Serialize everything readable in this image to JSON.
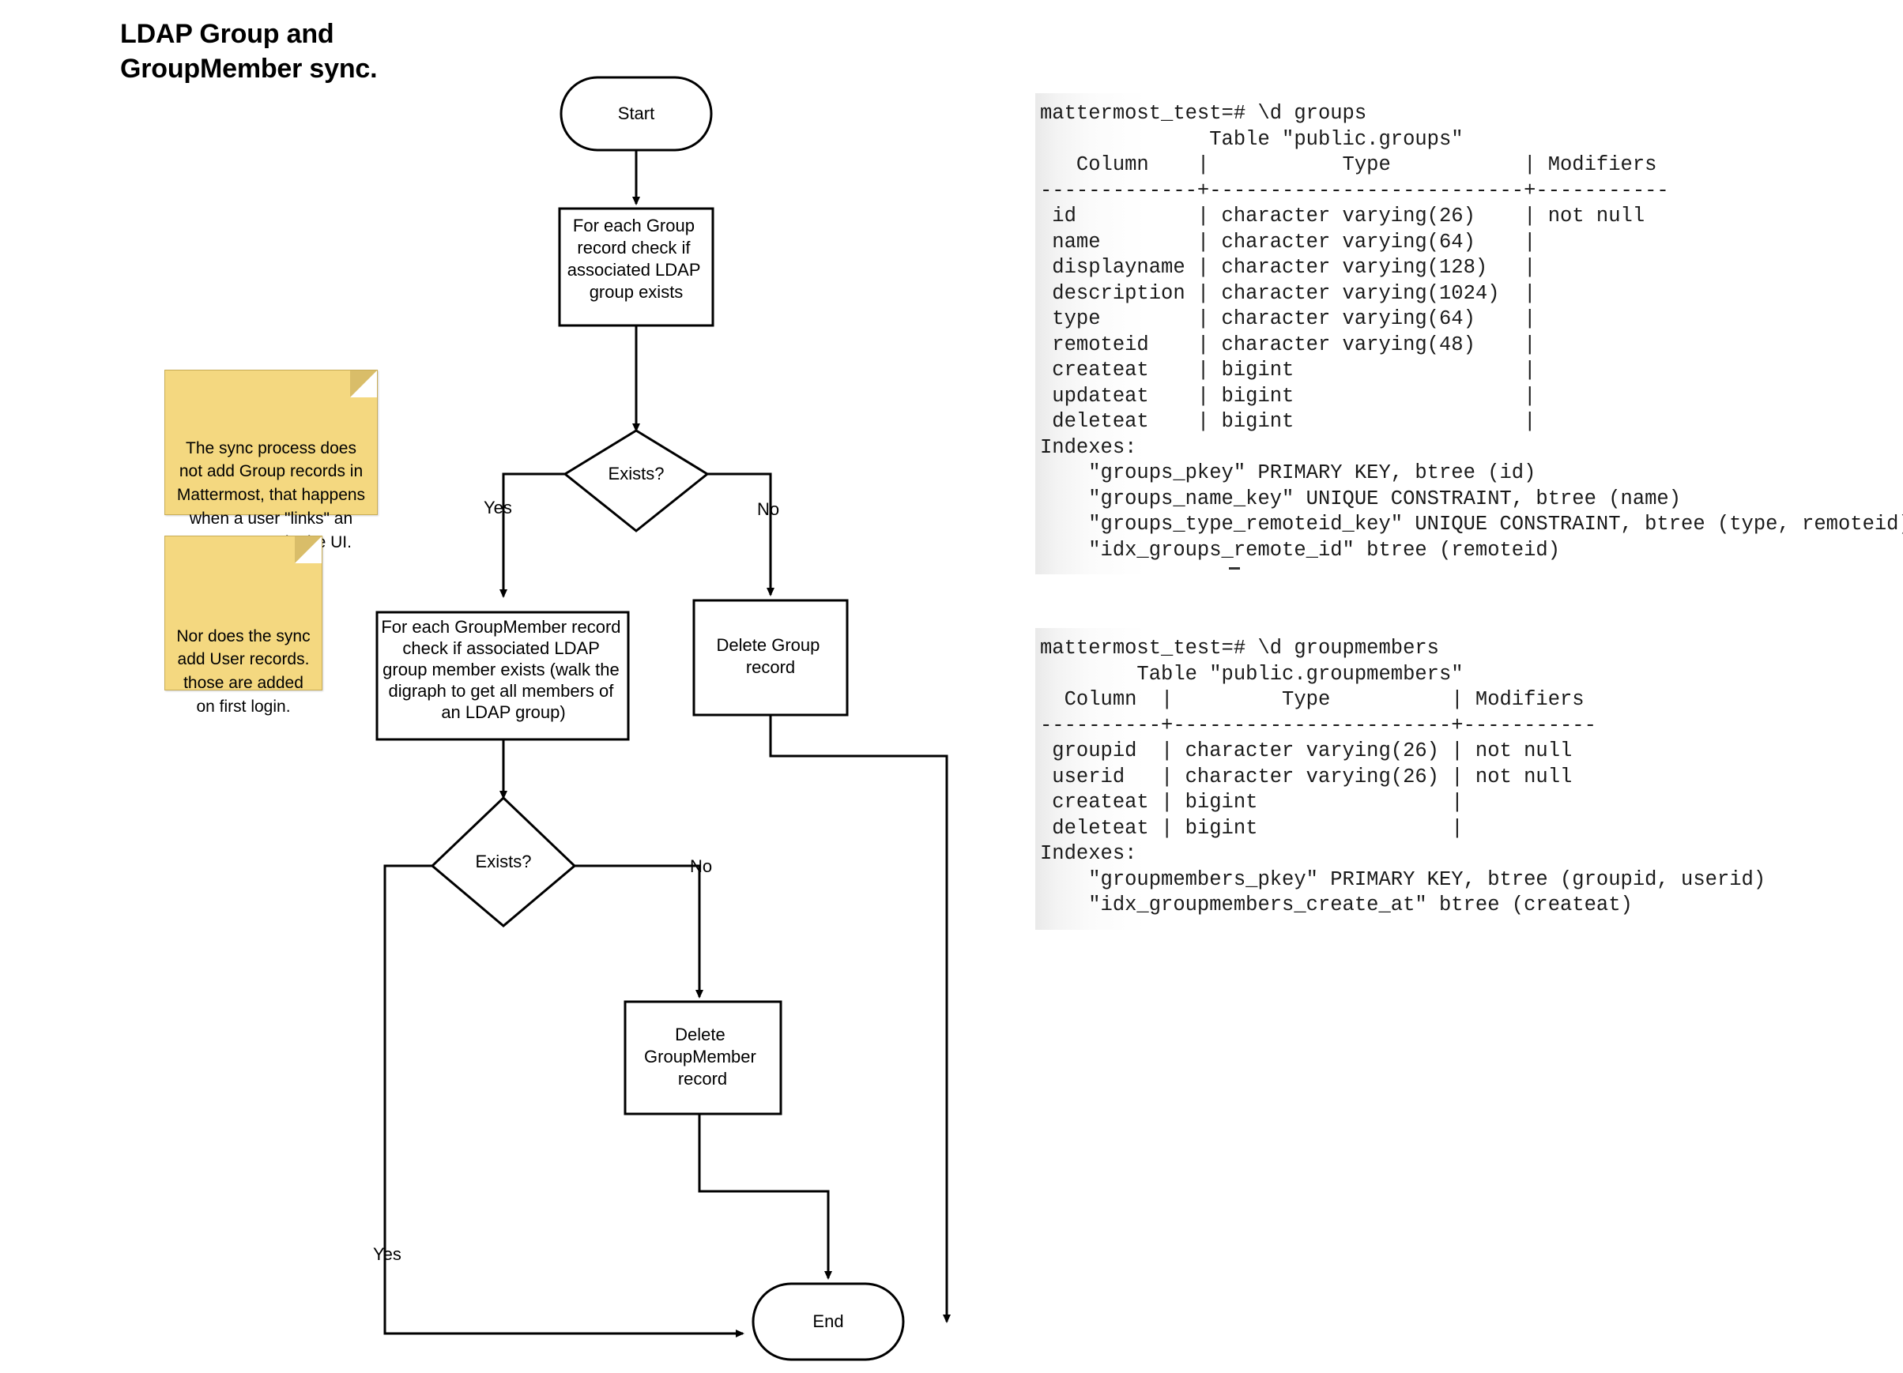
{
  "title": "LDAP Group and\nGroupMember sync.",
  "flowchart": {
    "nodes": {
      "start": "Start",
      "check_group": "For each Group\nrecord check if\nassociated LDAP\ngroup exists",
      "exists_1": "Exists?",
      "check_member": "For each GroupMember record\ncheck if associated LDAP\ngroup member exists (walk the\ndigraph to get all members of\nan LDAP group)",
      "delete_group": "Delete Group\nrecord",
      "exists_2": "Exists?",
      "delete_member": "Delete\nGroupMember\nrecord",
      "end": "End"
    },
    "edge_labels": {
      "yes_1": "Yes",
      "no_1": "No",
      "no_2": "No",
      "yes_2": "Yes"
    }
  },
  "notes": [
    {
      "id": "note-1",
      "text": "The sync process does\nnot add Group records in\nMattermost, that happens\nwhen a user \"links\" an\nLDAP group in the UI."
    },
    {
      "id": "note-2",
      "text": "Nor does the sync\nadd User records.\nthose are added\non first login."
    }
  ],
  "terminals": [
    {
      "id": "terminal-groups",
      "prompt": "mattermost_test=# \\d groups",
      "text": "mattermost_test=# \\d groups\n              Table \"public.groups\"\n   Column    |           Type           | Modifiers \n-------------+--------------------------+-----------\n id          | character varying(26)    | not null\n name        | character varying(64)    |\n displayname | character varying(128)   |\n description | character varying(1024)  |\n type        | character varying(64)    |\n remoteid    | character varying(48)    |\n createat    | bigint                   |\n updateat    | bigint                   |\n deleteat    | bigint                   |\nIndexes:\n    \"groups_pkey\" PRIMARY KEY, btree (id)\n    \"groups_name_key\" UNIQUE CONSTRAINT, btree (name)\n    \"groups_type_remoteid_key\" UNIQUE CONSTRAINT, btree (type, remoteid)\n    \"idx_groups_remote_id\" btree (remoteid)"
    },
    {
      "id": "terminal-groupmembers",
      "prompt": "mattermost_test=# \\d groupmembers",
      "text": "mattermost_test=# \\d groupmembers\n        Table \"public.groupmembers\"\n  Column  |         Type          | Modifiers \n----------+-----------------------+-----------\n groupid  | character varying(26) | not null\n userid   | character varying(26) | not null\n createat | bigint                |\n deleteat | bigint                |\nIndexes:\n    \"groupmembers_pkey\" PRIMARY KEY, btree (groupid, userid)\n    \"idx_groupmembers_create_at\" btree (createat)"
    }
  ],
  "colors": {
    "note_fill": "#f4d880",
    "note_border": "#c9ad55",
    "note_fold": "#d9bd69",
    "stroke": "#000000",
    "background": "#ffffff"
  }
}
